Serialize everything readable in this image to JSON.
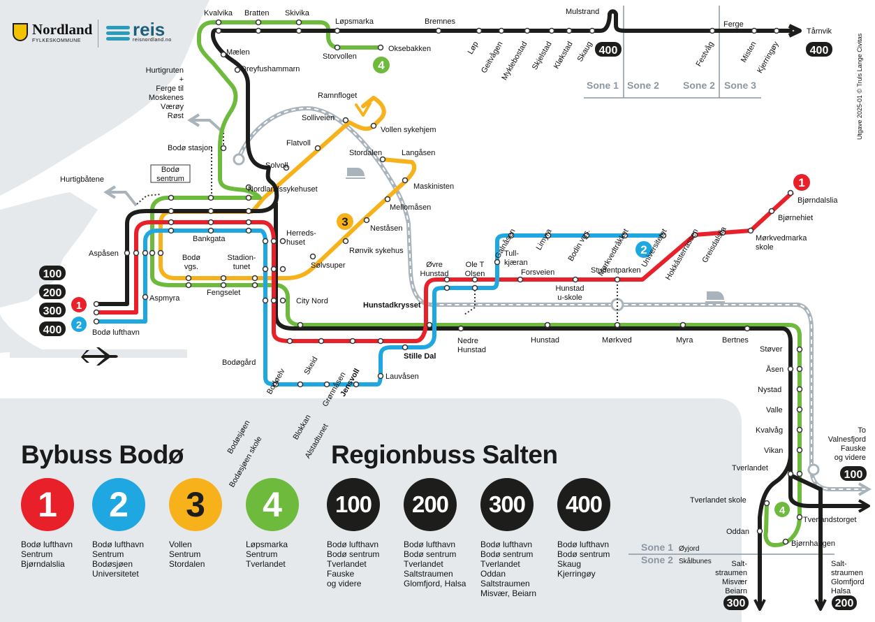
{
  "brand": {
    "name": "Nordland",
    "sub": "FYLKESKOMMUNE",
    "reis": "reis",
    "reis_url": "reisnordland.no"
  },
  "edition": "Utgave 2025-01 © Truls Lange Civitas",
  "colors": {
    "line1": "#e8202a",
    "line2": "#1ea7e1",
    "line3": "#f7b21b",
    "line4": "#6dba3d",
    "region": "#1d1d1b",
    "rail": "#a9b3bc",
    "sea": "#e6e9ec"
  },
  "titles": {
    "city": "Bybuss Bodø",
    "region": "Regionbuss Salten"
  },
  "legend_city": [
    {
      "num": "1",
      "color": "#e8202a",
      "lines": "Bodø lufthavn\nSentrum\nBjørndalslia"
    },
    {
      "num": "2",
      "color": "#1ea7e1",
      "lines": "Bodø lufthavn\nSentrum\nBodøsjøen\nUniversitetet"
    },
    {
      "num": "3",
      "color": "#f7b21b",
      "lines": "Vollen\nSentrum\nStordalen"
    },
    {
      "num": "4",
      "color": "#6dba3d",
      "lines": "Løpsmarka\nSentrum\nTverlandet"
    }
  ],
  "legend_region": [
    {
      "num": "100",
      "lines": "Bodø lufthavn\nBodø sentrum\nTverlandet\nFauske\nog videre"
    },
    {
      "num": "200",
      "lines": "Bodø lufthavn\nBodø sentrum\nTverlandet\nSaltstraumen\nGlomfjord, Halsa"
    },
    {
      "num": "300",
      "lines": "Bodø lufthavn\nBodø sentrum\nTverlandet\nOddan\nSaltstraumen\nMisvær, Beiarn"
    },
    {
      "num": "400",
      "lines": "Bodø lufthavn\nBodø sentrum\nSkaug\nKjerringøy"
    }
  ],
  "route_badges": [
    "100",
    "200",
    "300",
    "400",
    "1",
    "2"
  ],
  "zones": {
    "sone1": "Sone 1",
    "sone2": "Sone 2",
    "sone3": "Sone 3",
    "oyjord": "Øyjord",
    "skalbunes": "Skålbunes"
  },
  "stops": [
    "Kvalvika",
    "Bratten",
    "Skivika",
    "Løpsmarka",
    "Bremnes",
    "Mulstrand",
    "Ferge",
    "Tårnvik",
    "Storvollen",
    "Oksebakken",
    "Løp",
    "Geitvågen",
    "Myklebostad",
    "Skjelstad",
    "Kløkstad",
    "Skaug",
    "Festvåg",
    "Misten",
    "Kjerringøy",
    "Mælen",
    "Dreyfushammarn",
    "Hurtigruten\n+\nFerge til\nMoskenes\nVærøy\nRøst",
    "Ramnfloget",
    "Solliveien",
    "Vollen sykehjem",
    "Flatvoll",
    "Bodø stasjon",
    "Stordalen",
    "Langåsen",
    "Solvoll",
    "Maskinisten",
    "Hurtigbåtene",
    "Bodø\nsentrum",
    "Nordlandssykehuset",
    "Mellomåsen",
    "Neståsen",
    "Herreds-\nhuset",
    "Bankgata",
    "Aspåsen",
    "Bodø\nvgs.",
    "Stadion-\ntunet",
    "Rønvik sykehus",
    "Sølvsuper",
    "Øvre\nHunstad",
    "Ole T\nOlsen",
    "Tull-\nkjæran",
    "Galnåsen",
    "Limyra",
    "Bodin vgs.",
    "Mørkvedtråkket",
    "Universitetet",
    "Hokkåsterrassen",
    "Greisdalslia",
    "Bjørndalslia",
    "Bjørnehiet",
    "Mørkvedmarka\nskole",
    "Forsveien",
    "Studentparken",
    "Hunstad\nu-skole",
    "Aspmyra",
    "Fengselet",
    "City Nord",
    "Hunstadkrysset",
    "Nedre\nHunstad",
    "Hunstad",
    "Mørkved",
    "Myra",
    "Bertnes",
    "Bodø lufthavn",
    "Bodøgård",
    "Bodøelv",
    "Skeid",
    "Grønnåsen",
    "Jensvoll",
    "Stille Dal",
    "Lauvåsen",
    "Bodøsjøen",
    "Bodøsjøen skole",
    "Blokkan",
    "Alstadtunet",
    "Støver",
    "Åsen",
    "Nystad",
    "Valle",
    "Kvalvåg",
    "Vikan",
    "Tverlandet",
    "Tverlandet skole",
    "Oddan",
    "Tverlandstorget",
    "Bjørnhaugen",
    "To\nValnesfjord\nFauske\nog videre",
    "Salt-\nstraumen\nMisvær\nBeiarn",
    "Salt-\nstraumen\nGlomfjord\nHalsa"
  ]
}
